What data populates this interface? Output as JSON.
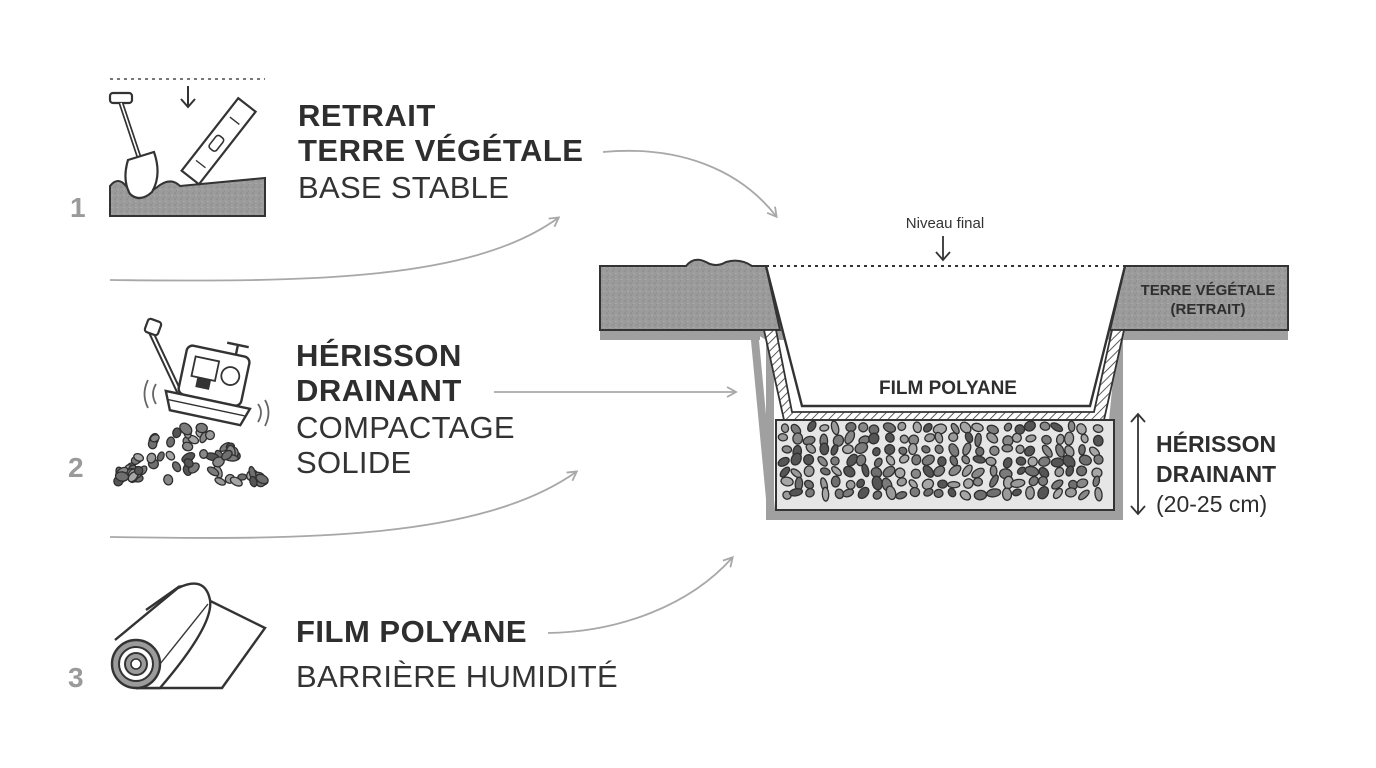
{
  "steps": [
    {
      "number": "1",
      "title_line1": "RETRAIT",
      "title_line2": "TERRE VÉGÉTALE",
      "subtitle": "BASE STABLE",
      "icon": "shovel-level-icon"
    },
    {
      "number": "2",
      "title_line1": "HÉRISSON",
      "title_line2": "DRAINANT",
      "subtitle_line1": "COMPACTAGE",
      "subtitle_line2": "SOLIDE",
      "icon": "plate-compactor-icon"
    },
    {
      "number": "3",
      "title_line1": "FILM POLYANE",
      "subtitle": "BARRIÈRE HUMIDITÉ",
      "icon": "film-roll-icon"
    }
  ],
  "cross_section": {
    "niveau_label": "Niveau final",
    "film_label": "FILM POLYANE",
    "topsoil_line1": "TERRE VÉGÉTALE",
    "topsoil_line2": "(RETRAIT)",
    "herisson_line1": "HÉRISSON",
    "herisson_line2": "DRAINANT",
    "herisson_depth": "(20-25 cm)"
  },
  "colors": {
    "soil": "#9b9b9b",
    "soil_dark": "#6f6f6f",
    "line": "#333333",
    "arrow": "#a8a8a8",
    "number": "#9a9a9a",
    "gravel_bg": "#e6e6e6"
  }
}
